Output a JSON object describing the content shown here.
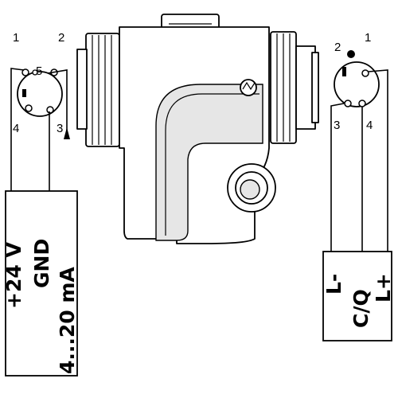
{
  "left_connector": {
    "pins": [
      "1",
      "2",
      "3",
      "4",
      "5"
    ],
    "terminals": [
      "+24 V",
      "GND",
      "4...20 mA"
    ]
  },
  "right_connector": {
    "pins": [
      "1",
      "2",
      "3",
      "4"
    ],
    "terminals": [
      "L-",
      "C/Q",
      "L+"
    ]
  }
}
